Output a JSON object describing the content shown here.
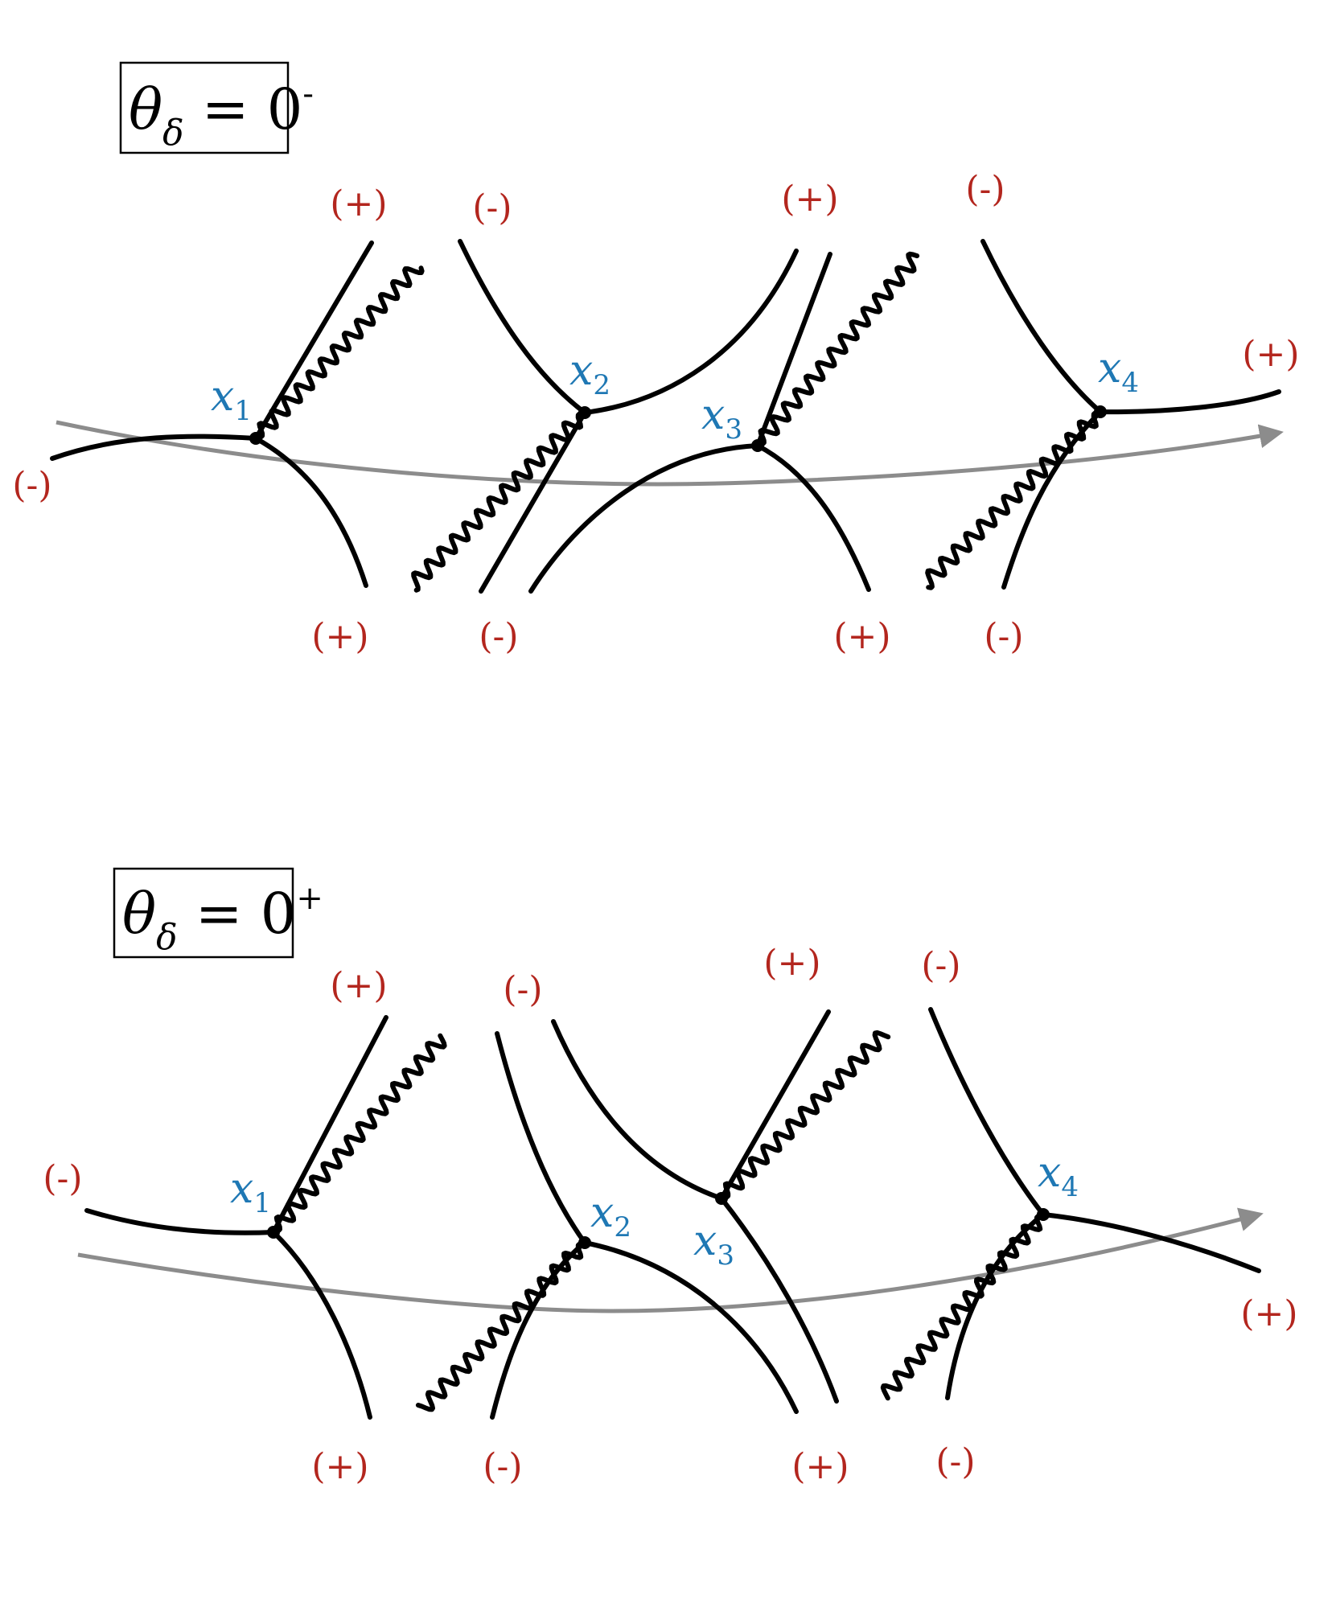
{
  "panels": [
    {
      "box": {
        "theta": "θ",
        "sub": "δ",
        "rest": " = 0",
        "sup": "-"
      },
      "vertex_labels": [
        {
          "base": "x",
          "sub": "1"
        },
        {
          "base": "x",
          "sub": "2"
        },
        {
          "base": "x",
          "sub": "3"
        },
        {
          "base": "x",
          "sub": "4"
        }
      ],
      "signs": [
        "(-)",
        "(+)",
        "(-)",
        "(+)",
        "(-)",
        "(+)",
        "(+)",
        "(-)",
        "(+)",
        "(-)"
      ]
    },
    {
      "box": {
        "theta": "θ",
        "sub": "δ",
        "rest": " = 0",
        "sup": "+"
      },
      "vertex_labels": [
        {
          "base": "x",
          "sub": "1"
        },
        {
          "base": "x",
          "sub": "2"
        },
        {
          "base": "x",
          "sub": "3"
        },
        {
          "base": "x",
          "sub": "4"
        }
      ],
      "signs": [
        "(-)",
        "(+)",
        "(-)",
        "(+)",
        "(-)",
        "(+)",
        "(+)",
        "(-)",
        "(+)",
        "(-)"
      ]
    }
  ],
  "colors": {
    "sign": "#b3261e",
    "vertex_label": "#1f78b4",
    "flow_arrow": "#8c8c8c",
    "line": "#000000"
  }
}
